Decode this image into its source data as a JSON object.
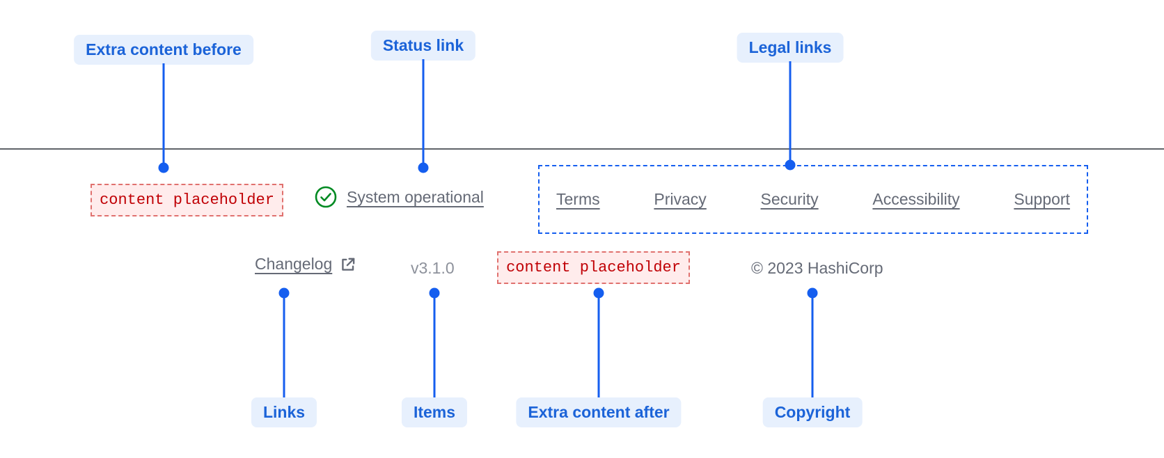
{
  "callouts": {
    "extra_content_before": "Extra content before",
    "status_link": "Status link",
    "legal_links": "Legal links",
    "links": "Links",
    "items": "Items",
    "extra_content_after": "Extra content after",
    "copyright": "Copyright"
  },
  "footer": {
    "extra_content_before_placeholder": "content placeholder",
    "status_link_label": "System operational",
    "legal_links": [
      "Terms",
      "Privacy",
      "Security",
      "Accessibility",
      "Support"
    ],
    "changelog_label": "Changelog",
    "version": "v3.1.0",
    "extra_content_after_placeholder": "content placeholder",
    "copyright_text": "© 2023 HashiCorp"
  },
  "icons": {
    "status_ok": "check-circle-icon",
    "changelog_external": "external-link-icon"
  },
  "colors": {
    "callout_blue": "#155eef",
    "callout_label_bg": "#e7f0fd",
    "callout_label_text": "#1b63d8",
    "footer_link_gray": "#656a76",
    "status_green": "#008a22",
    "placeholder_red": "#c00005",
    "placeholder_bg": "#ffecec"
  }
}
